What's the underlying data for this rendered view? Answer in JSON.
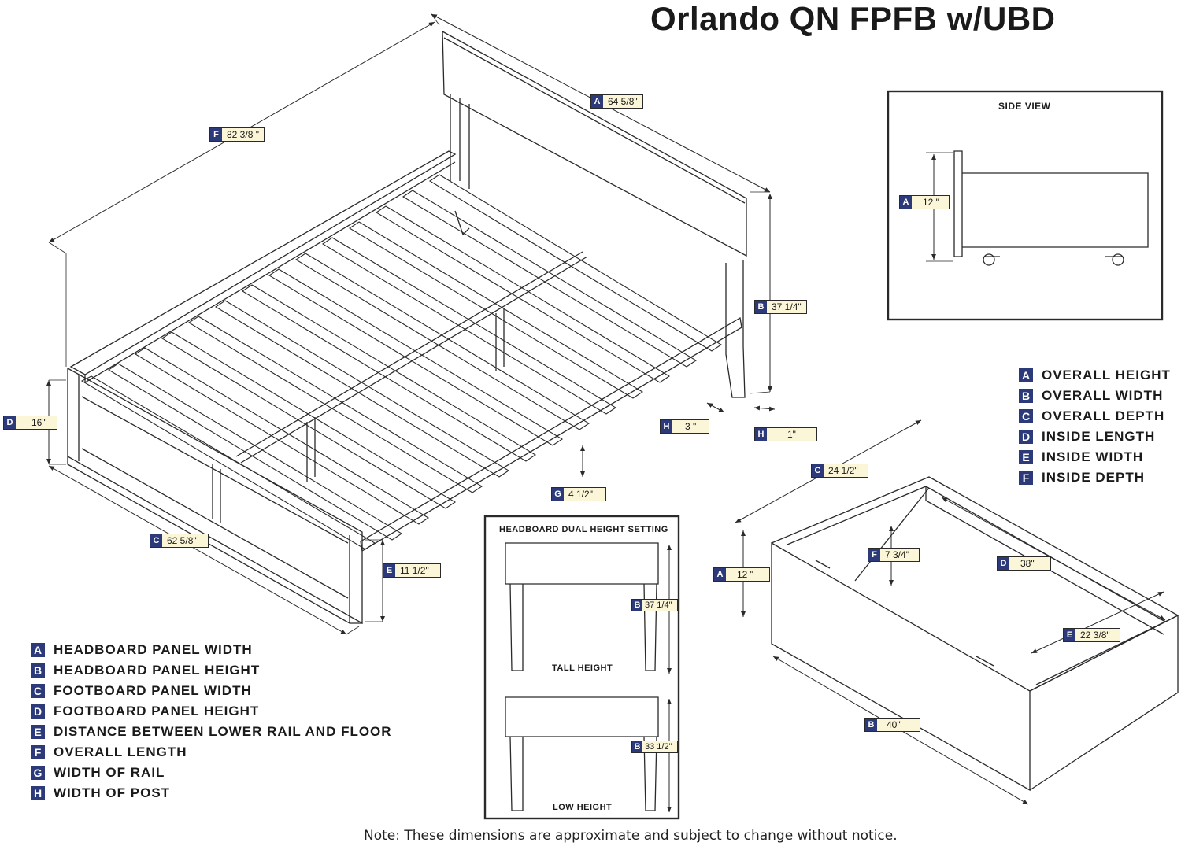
{
  "title": "Orlando QN FPFB w/UBD",
  "note": "Note:  These dimensions are approximate and subject to change without notice.",
  "colors": {
    "badge": "#2d3a7a",
    "tag_fill": "#fbf6d8",
    "line": "#2a2a2a"
  },
  "bed_dimensions": {
    "A": "64 5/8\"",
    "B": "37 1/4\"",
    "C": "62 5/8\"",
    "D": "16\"",
    "E": "11 1/2\"",
    "F": "82 3/8 \"",
    "G": "4 1/2\"",
    "H_post": "3 \"",
    "H_depth": "1\""
  },
  "bed_legend": [
    {
      "letter": "A",
      "label": "HEADBOARD PANEL WIDTH"
    },
    {
      "letter": "B",
      "label": "HEADBOARD PANEL HEIGHT"
    },
    {
      "letter": "C",
      "label": "FOOTBOARD PANEL WIDTH"
    },
    {
      "letter": "D",
      "label": "FOOTBOARD PANEL HEIGHT"
    },
    {
      "letter": "E",
      "label": "DISTANCE BETWEEN LOWER RAIL AND FLOOR"
    },
    {
      "letter": "F",
      "label": "OVERALL LENGTH"
    },
    {
      "letter": "G",
      "label": "WIDTH OF RAIL"
    },
    {
      "letter": "H",
      "label": "WIDTH OF POST"
    }
  ],
  "side_view": {
    "title": "SIDE VIEW",
    "A": "12 \""
  },
  "drawer_legend": [
    {
      "letter": "A",
      "label": "OVERALL HEIGHT"
    },
    {
      "letter": "B",
      "label": "OVERALL WIDTH"
    },
    {
      "letter": "C",
      "label": "OVERALL DEPTH"
    },
    {
      "letter": "D",
      "label": "INSIDE LENGTH"
    },
    {
      "letter": "E",
      "label": "INSIDE WIDTH"
    },
    {
      "letter": "F",
      "label": "INSIDE DEPTH"
    }
  ],
  "drawer_dimensions": {
    "A": "12 \"",
    "B": "40\"",
    "C": "24 1/2\"",
    "D": "38\"",
    "E": "22 3/8\"",
    "F": "7 3/4\""
  },
  "headboard_setting": {
    "title": "HEADBOARD DUAL HEIGHT SETTING",
    "tall_label": "TALL HEIGHT",
    "tall_value": "37 1/4\"",
    "low_label": "LOW HEIGHT",
    "low_value": "33 1/2\""
  }
}
